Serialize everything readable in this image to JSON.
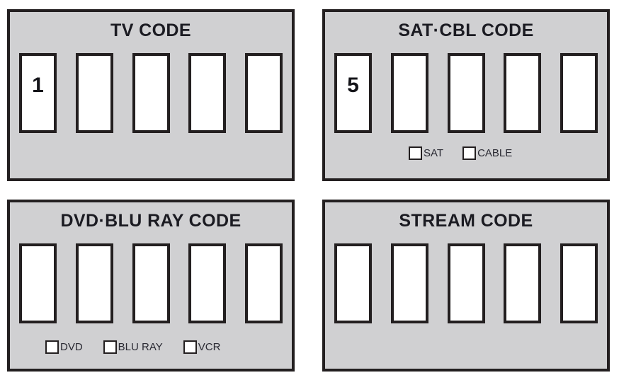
{
  "document": {
    "kind": "remote-control-code-worksheet",
    "background_color": "#ffffff",
    "panel_fill_color": "#d0d0d2",
    "ink_color": "#231f20",
    "box_fill_color": "#ffffff"
  },
  "panels": [
    {
      "id": "tv",
      "title": "TV CODE",
      "boxes": [
        "1",
        "",
        "",
        "",
        ""
      ],
      "checkboxes": []
    },
    {
      "id": "sat-cbl",
      "title": "SAT·CBL CODE",
      "boxes": [
        "5",
        "",
        "",
        "",
        ""
      ],
      "checkboxes": [
        {
          "label": "SAT",
          "checked": false
        },
        {
          "label": "CABLE",
          "checked": false
        }
      ]
    },
    {
      "id": "dvd-blu-ray",
      "title": "DVD·BLU RAY CODE",
      "boxes": [
        "",
        "",
        "",
        "",
        ""
      ],
      "checkboxes": [
        {
          "label": "DVD",
          "checked": false
        },
        {
          "label": "BLU RAY",
          "checked": false
        },
        {
          "label": "VCR",
          "checked": false
        }
      ]
    },
    {
      "id": "stream",
      "title": "STREAM CODE",
      "boxes": [
        "",
        "",
        "",
        "",
        ""
      ],
      "checkboxes": []
    }
  ]
}
